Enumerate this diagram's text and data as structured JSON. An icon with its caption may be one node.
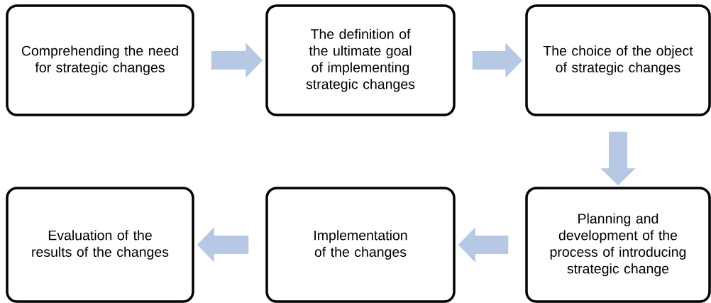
{
  "diagram": {
    "nodes": [
      {
        "text": [
          "Comprehending the need for strategic changes"
        ]
      },
      {
        "text": [
          "The definition of the ultimate goal of implementing strategic changes"
        ]
      },
      {
        "text": [
          "The choice of the object of strategic changes"
        ]
      },
      {
        "text": [
          "Planning and development of the process of introducing strategic change"
        ]
      },
      {
        "text": [
          "Implementation of the changes"
        ]
      },
      {
        "text": [
          "Evaluation of the results of the changes"
        ]
      }
    ],
    "edges": [
      {
        "from": 0,
        "to": 1,
        "arrow": "to"
      },
      {
        "from": 1,
        "to": 2,
        "arrow": "to"
      },
      {
        "from": 2,
        "to": 3,
        "arrow": "to"
      },
      {
        "from": 3,
        "to": 4,
        "arrow": "to"
      },
      {
        "from": 4,
        "to": 5,
        "arrow": "to"
      }
    ]
  }
}
